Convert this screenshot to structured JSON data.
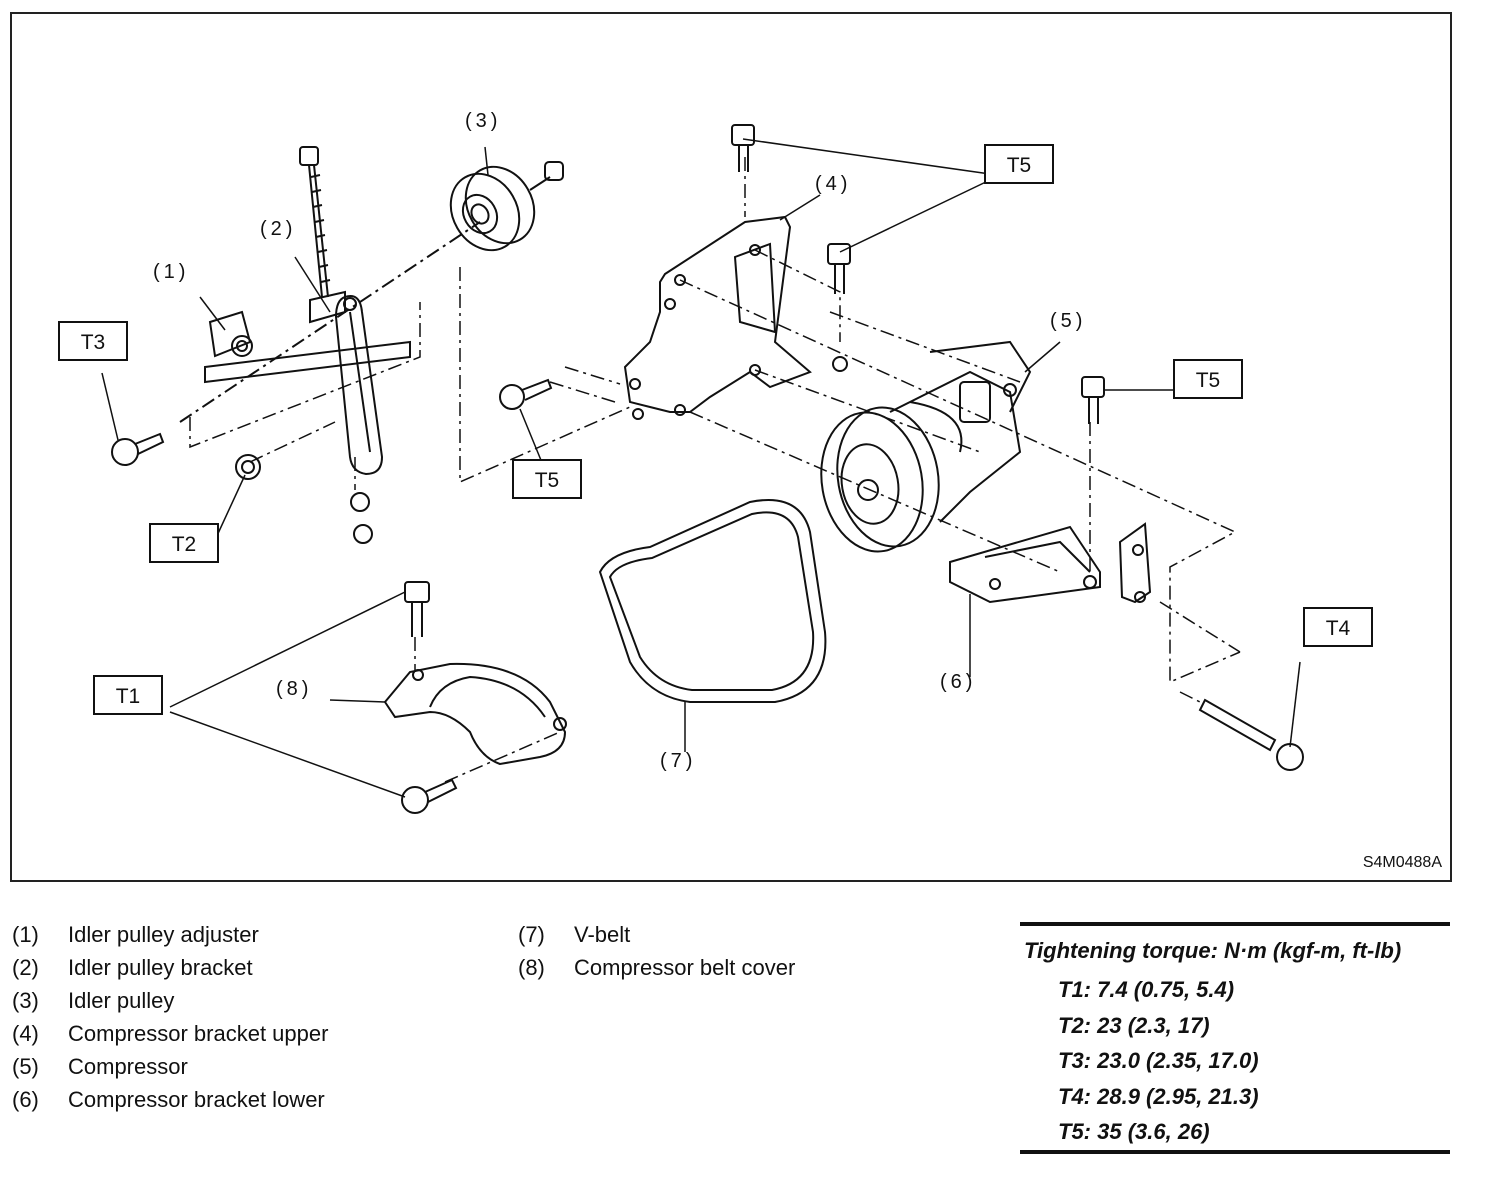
{
  "diagram": {
    "code": "S4M0488A",
    "callouts": {
      "p1": "(1)",
      "p2": "(2)",
      "p3": "(3)",
      "p4": "(4)",
      "p5": "(5)",
      "p6": "(6)",
      "p7": "(7)",
      "p8": "(8)"
    },
    "torque_tags": {
      "t1": "T1",
      "t2": "T2",
      "t3": "T3",
      "t4": "T4",
      "t5a": "T5",
      "t5b": "T5",
      "t5c": "T5"
    }
  },
  "legend": {
    "left": [
      {
        "num": "(1)",
        "name": "Idler pulley adjuster"
      },
      {
        "num": "(2)",
        "name": "Idler pulley bracket"
      },
      {
        "num": "(3)",
        "name": "Idler pulley"
      },
      {
        "num": "(4)",
        "name": "Compressor bracket upper"
      },
      {
        "num": "(5)",
        "name": "Compressor"
      },
      {
        "num": "(6)",
        "name": "Compressor bracket lower"
      }
    ],
    "middle": [
      {
        "num": "(7)",
        "name": "V-belt"
      },
      {
        "num": "(8)",
        "name": "Compressor belt cover"
      }
    ]
  },
  "torque": {
    "heading": "Tightening torque: N·m (kgf-m, ft-lb)",
    "values": [
      "T1: 7.4 (0.75, 5.4)",
      "T2: 23 (2.3, 17)",
      "T3: 23.0 (2.35, 17.0)",
      "T4: 28.9 (2.95, 21.3)",
      "T5: 35 (3.6, 26)"
    ]
  }
}
